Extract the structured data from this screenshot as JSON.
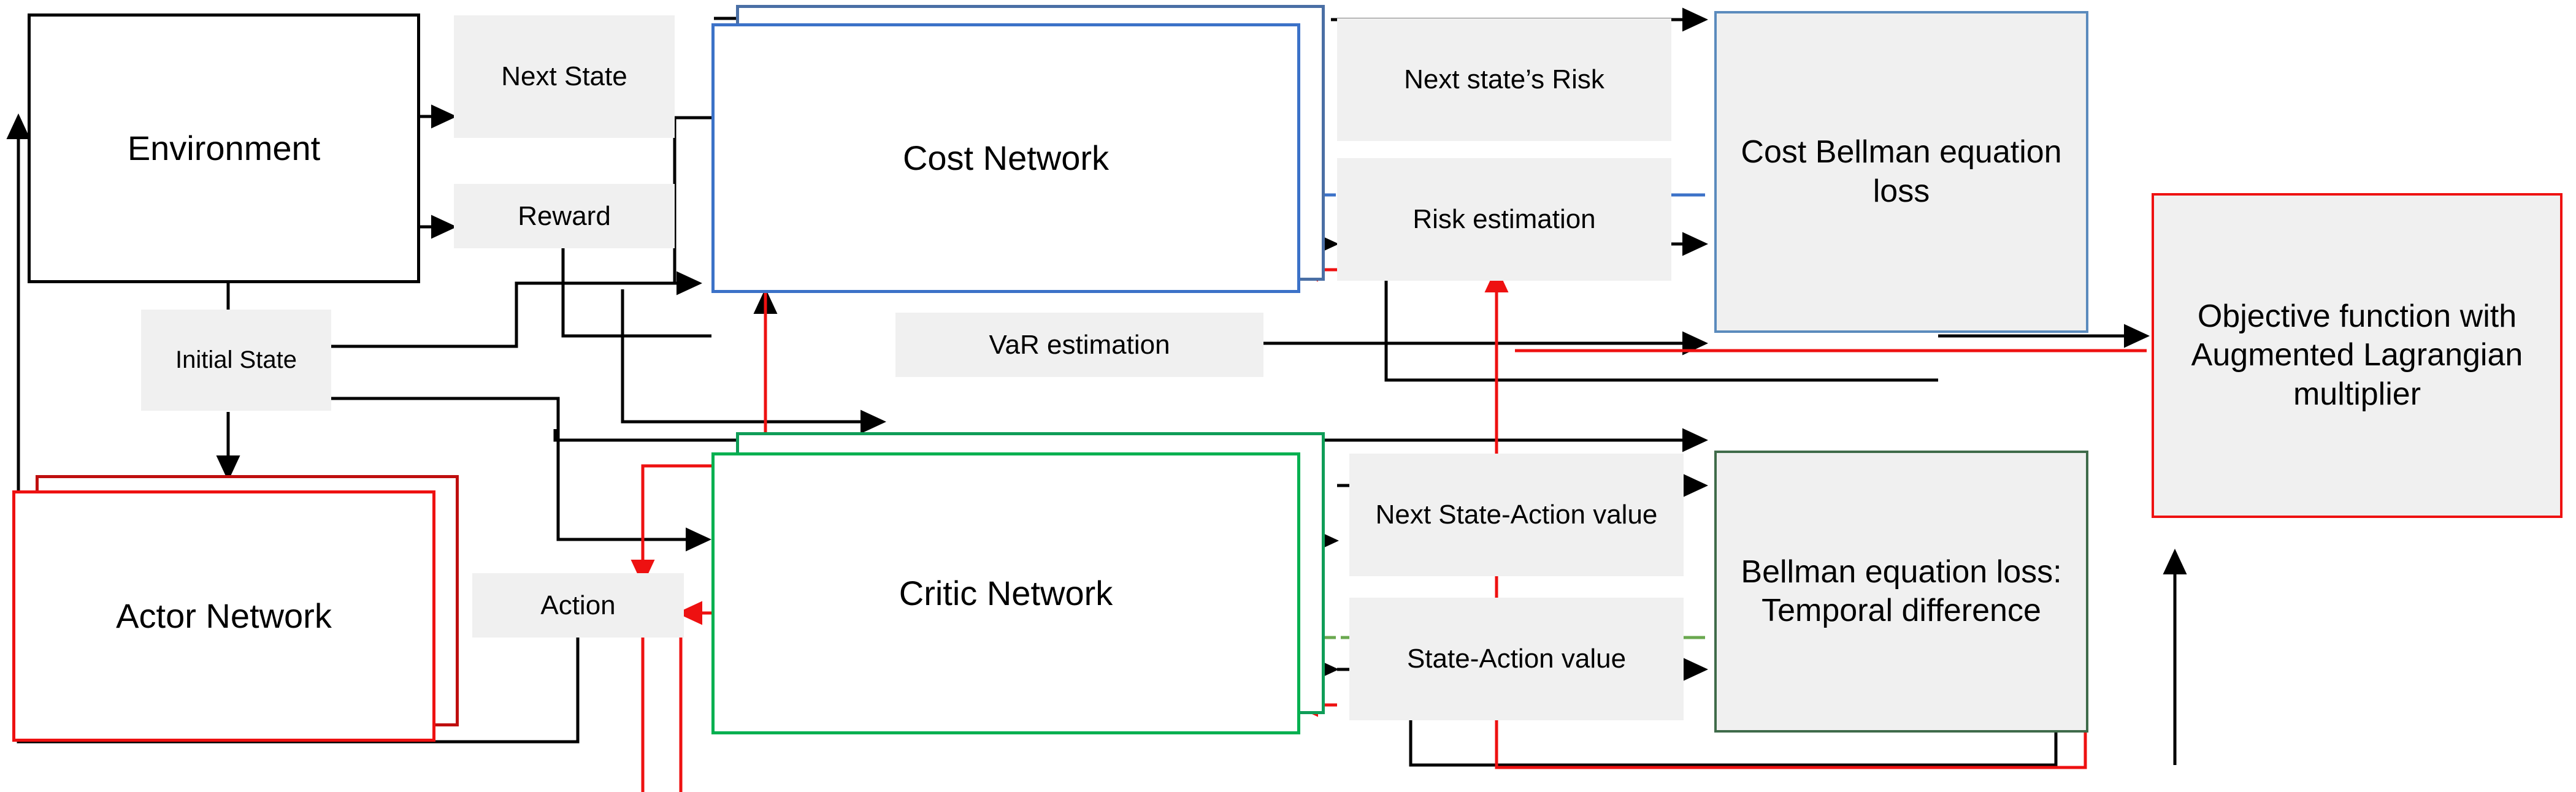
{
  "diagram": {
    "title": "Risk-constrained actor-critic reinforcement learning block diagram",
    "colors": {
      "actor_network": "#ee1111",
      "critic_network": "#00b050",
      "cost_network": "#3c72c8",
      "objective_function": "#ee1111",
      "cost_bellman_panel": "#5b8bbd",
      "bellman_panel": "#3f6b4a",
      "chip_fill": "#f0f0f0",
      "wire_black": "#000000",
      "wire_red": "#ee1111",
      "wire_blue": "#3c72c8",
      "wire_green": "#6aa84f"
    },
    "nodes": {
      "environment": {
        "label": "Environment",
        "kind": "process-box"
      },
      "next_state": {
        "label": "Next State",
        "kind": "signal-chip"
      },
      "reward": {
        "label": "Reward",
        "kind": "signal-chip"
      },
      "initial_state": {
        "label": "Initial State",
        "kind": "signal-chip"
      },
      "actor_network": {
        "label": "Actor Network",
        "kind": "network-box"
      },
      "action": {
        "label": "Action",
        "kind": "signal-chip"
      },
      "cost_network": {
        "label": "Cost Network",
        "kind": "network-box"
      },
      "critic_network": {
        "label": "Critic Network",
        "kind": "network-box"
      },
      "var_estimation": {
        "label": "VaR estimation",
        "kind": "signal-chip"
      },
      "next_states_risk": {
        "label": "Next state’s Risk",
        "kind": "signal-chip"
      },
      "risk_estimation": {
        "label": "Risk estimation",
        "kind": "signal-chip"
      },
      "next_state_action_value": {
        "label": "Next State-Action value",
        "kind": "signal-chip"
      },
      "state_action_value": {
        "label": "State-Action value",
        "kind": "signal-chip"
      },
      "cost_bellman_loss": {
        "label": "Cost Bellman equation loss",
        "kind": "loss-panel"
      },
      "bellman_loss": {
        "label": "Bellman equation loss: Temporal difference",
        "kind": "loss-panel"
      },
      "objective_function": {
        "label": "Objective function with Augmented Lagrangian multiplier",
        "kind": "loss-panel"
      }
    }
  }
}
